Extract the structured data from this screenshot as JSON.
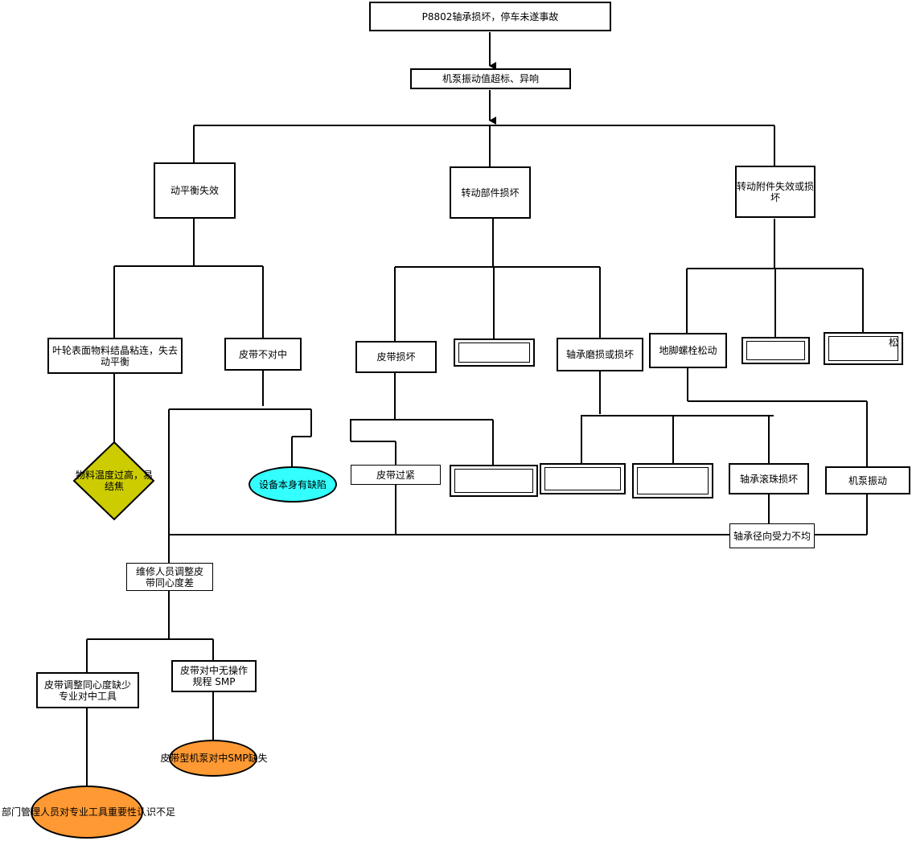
{
  "nodes": {
    "top_event": "P8802轴承损坏，停车未遂事故",
    "vibration": "机泵振动值超标、异响",
    "dynamic_balance": "动平衡失效",
    "rotating_parts": "转动部件损坏",
    "rotating_accessories": "转动附件失效或损坏",
    "impeller_crystal": "叶轮表面物料结晶粘连，失去动平衡",
    "belt_misaligned": "皮带不对中",
    "belt_damaged": "皮带损坏",
    "bearing_wear": "轴承磨损或损坏",
    "anchor_bolt": "地脚螺栓松动",
    "high_temp": "物料温度过高，易结焦",
    "equipment_defect": "设备本身有缺陷",
    "belt_tight": "皮带过紧",
    "ball_damage": "轴承滚珠损坏",
    "pump_vibration": "机泵振动",
    "radial_force": "轴承径向受力不均",
    "maint_adjust": "维修人员调整皮带同心度差",
    "lack_tool": "皮带调整同心度缺少专业对中工具",
    "no_smp": "皮带对中无操作规程 SMP",
    "smp_missing": "皮带型机泵对中SMP缺失",
    "mgmt_awareness": "部门管理人员对专业工具重要性认识不足",
    "clipped_char": "松"
  },
  "colors": {
    "diamond_fill": "#cccc00",
    "cyan_fill": "#33ffff",
    "orange_fill": "#ff9933",
    "line": "#000000"
  }
}
